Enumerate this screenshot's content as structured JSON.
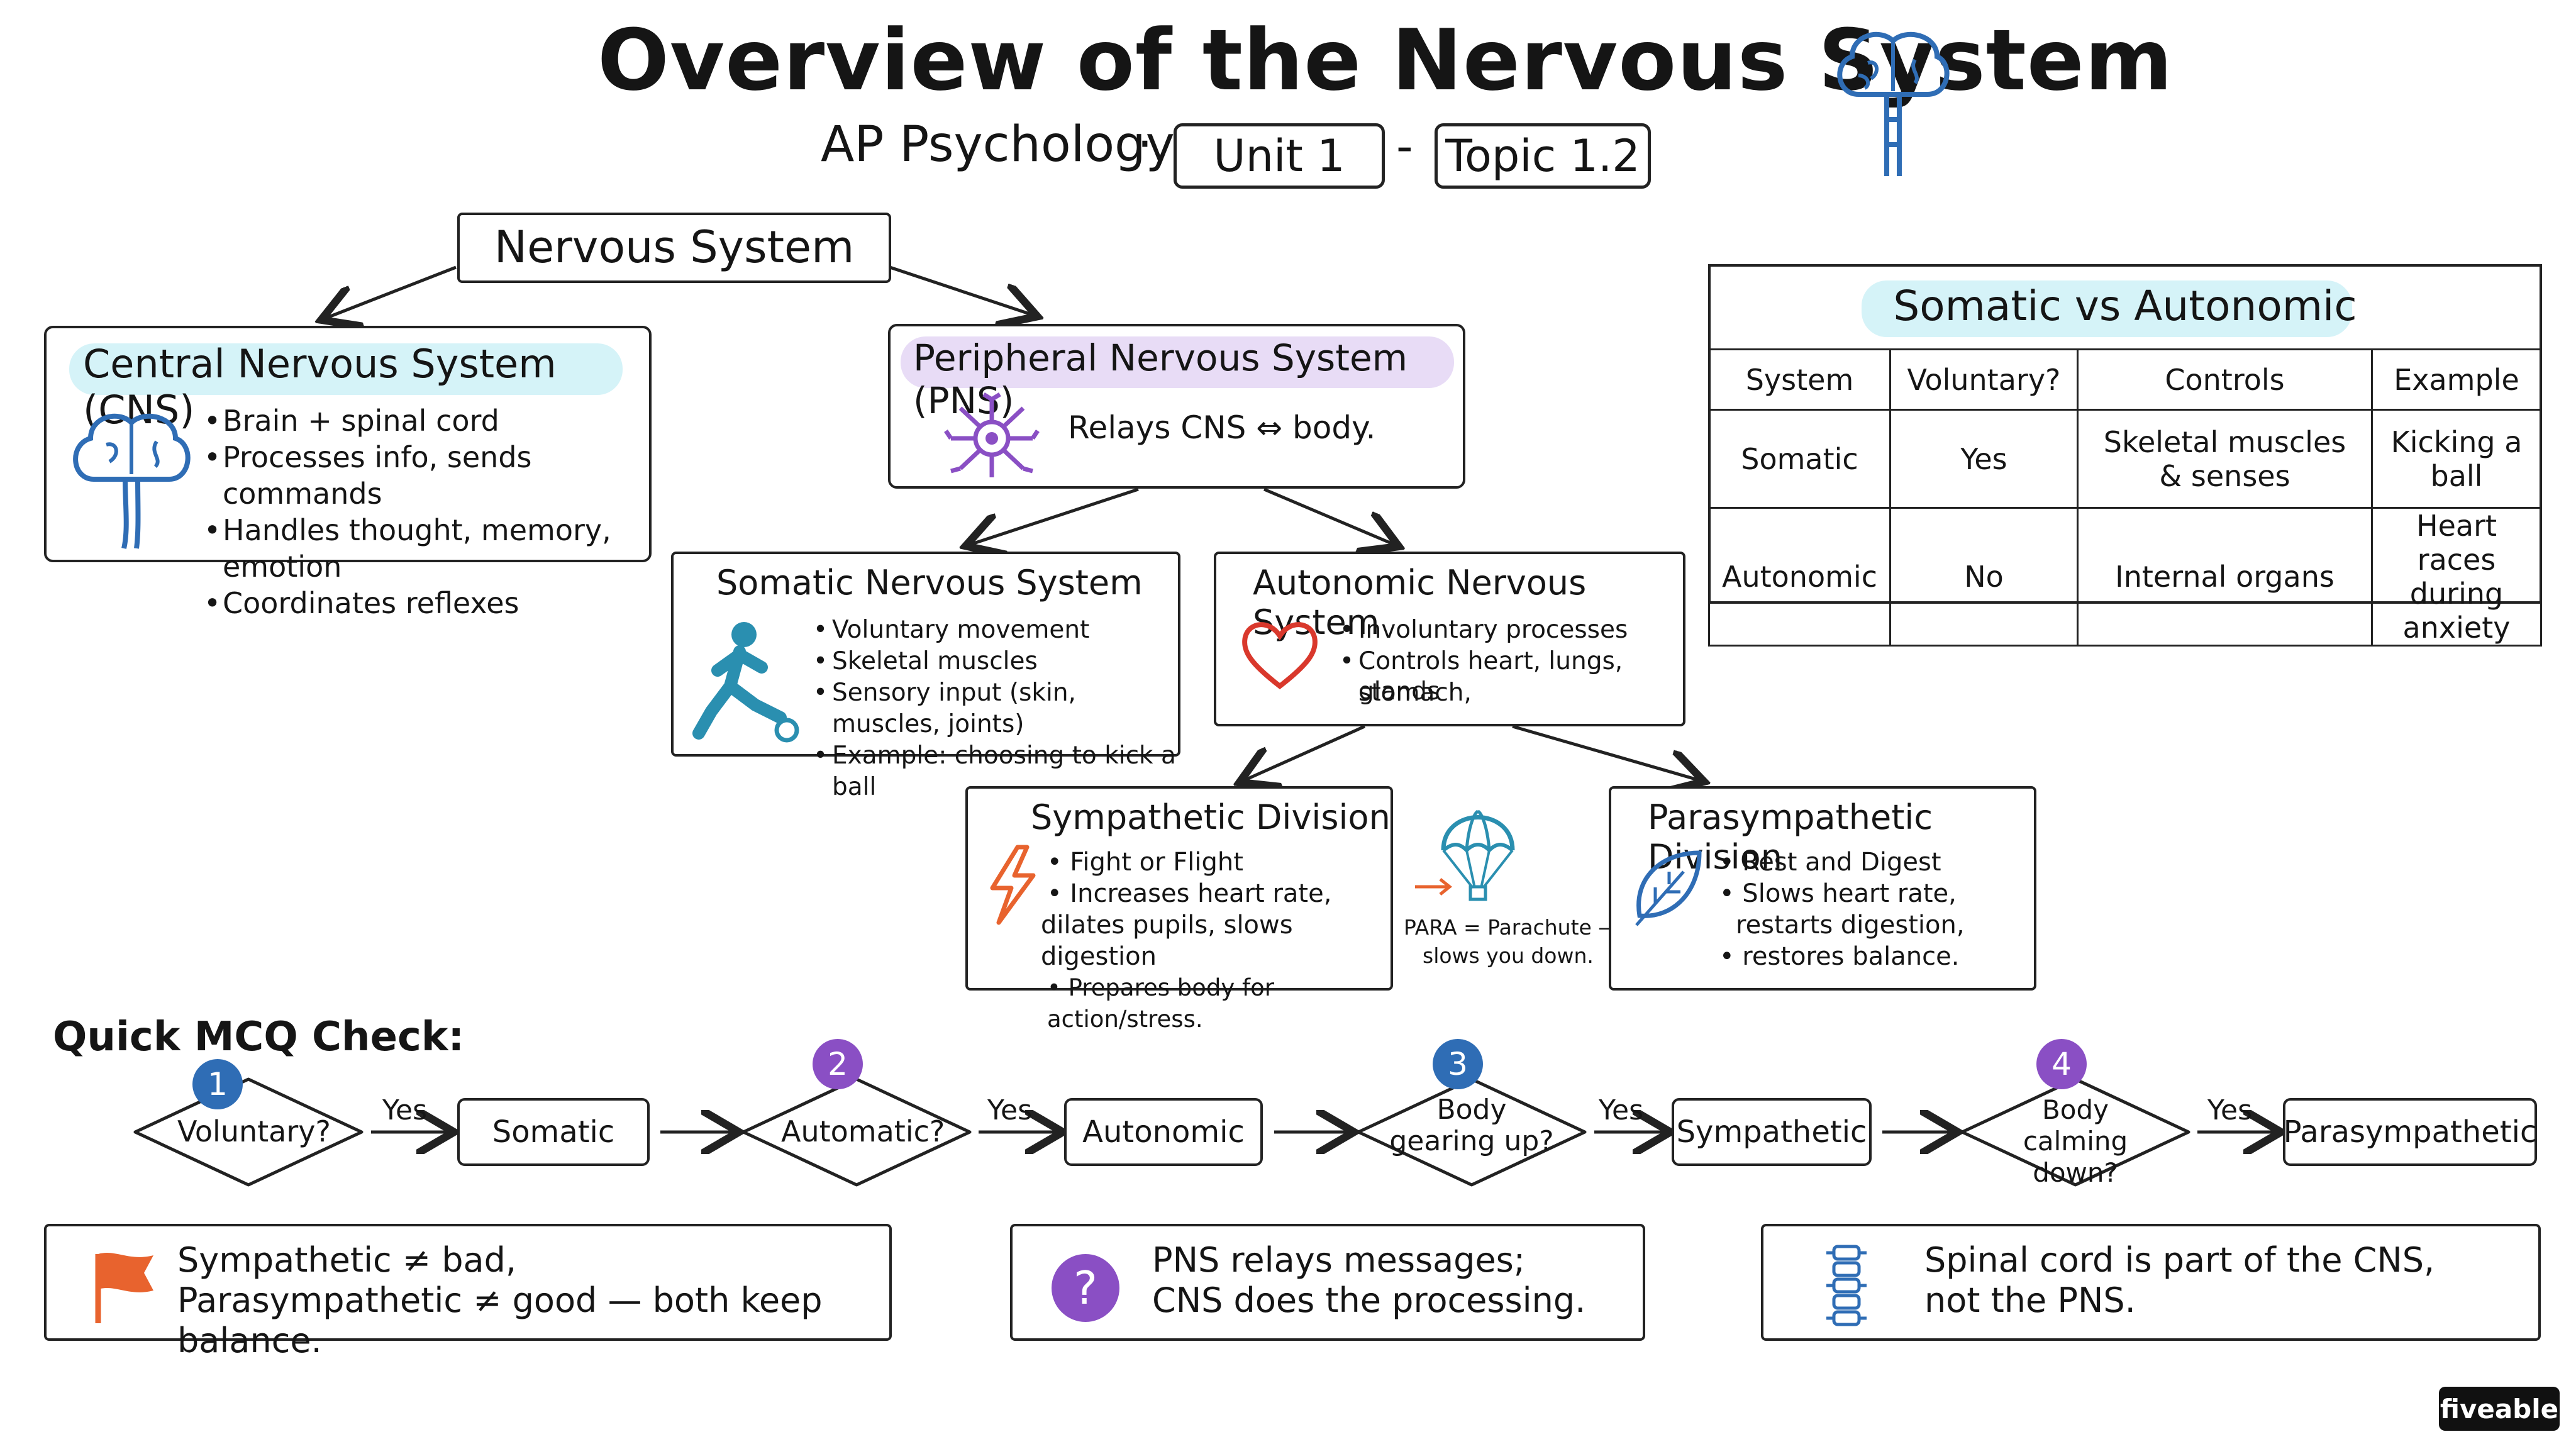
{
  "header": {
    "title": "Overview of the Nervous System",
    "subtitle": "AP Psychology",
    "unit": "Unit 1",
    "topic": "Topic 1.2",
    "dot": "·",
    "dash": "-"
  },
  "root": {
    "label": "Nervous System"
  },
  "cns": {
    "title": "Central Nervous System (CNS)",
    "bullets": [
      "Brain + spinal cord",
      "Processes info, sends commands",
      "Handles thought, memory, emotion",
      "Coordinates reflexes"
    ]
  },
  "pns": {
    "title": "Peripheral Nervous System (PNS)",
    "text": "Relays CNS ⇔ body."
  },
  "somatic": {
    "title": "Somatic Nervous System",
    "bullets": [
      "Voluntary movement",
      "Skeletal muscles",
      "Sensory input (skin, muscles, joints)",
      "Example: choosing to kick a ball"
    ]
  },
  "autonomic": {
    "title": "Autonomic Nervous System",
    "bullets": [
      "Involuntary processes",
      "Controls heart, lungs, stomach,"
    ],
    "bullet_cont": "glands"
  },
  "sympathetic": {
    "title": "Sympathetic Division",
    "lines": [
      "• Fight or Flight",
      "• Increases heart rate,",
      "dilates pupils, slows digestion",
      "• Prepares body for action/stress."
    ]
  },
  "parachute": {
    "line1": "PARA = Parachute —",
    "line2": "slows you down."
  },
  "parasympathetic": {
    "title": "Parasympathetic Division",
    "lines": [
      "• Rest and Digest",
      "• Slows heart rate,",
      "restarts digestion,",
      "• restores balance."
    ]
  },
  "table": {
    "title": "Somatic vs Autonomic",
    "headers": [
      "System",
      "Voluntary?",
      "Controls",
      "Example"
    ],
    "rows": [
      {
        "system": "Somatic",
        "voluntary": "Yes",
        "controls_1": "Skeletal muscles",
        "controls_2": "& senses",
        "example_1": "Kicking a ball",
        "example_2": ""
      },
      {
        "system": "Autonomic",
        "voluntary": "No",
        "controls_1": "Internal organs",
        "controls_2": "",
        "example_1": "Heart races",
        "example_2": "during anxiety"
      }
    ]
  },
  "mcq": {
    "title": "Quick MCQ Check:",
    "yes": "Yes",
    "steps": [
      {
        "num": "1",
        "q1": "Voluntary?",
        "q2": "",
        "answer": "Somatic",
        "color": "#2f6db5"
      },
      {
        "num": "2",
        "q1": "Automatic?",
        "q2": "",
        "answer": "Autonomic",
        "color": "#8a4fc4"
      },
      {
        "num": "3",
        "q1": "Body",
        "q2": "gearing up?",
        "answer": "Sympathetic",
        "color": "#2f6db5"
      },
      {
        "num": "4",
        "q1": "Body",
        "q2": "calming down?",
        "answer": "Parasympathetic",
        "color": "#8a4fc4"
      }
    ]
  },
  "tips": [
    {
      "line1": "Sympathetic ≠ bad,",
      "line2": "Parasympathetic ≠ good — both keep balance."
    },
    {
      "line1": "PNS relays messages;",
      "line2": "CNS does the processing."
    },
    {
      "line1": "Spinal cord is part of the CNS,",
      "line2": "not the PNS."
    }
  ],
  "tip_icon_question": "?",
  "brand": "fiveable",
  "colors": {
    "cyan_highlight": "#d5f3f8",
    "purple_highlight": "#e8dcf6",
    "blue": "#2f6db5",
    "purple": "#8a4fc4",
    "orange": "#e8632e",
    "red": "#d9382c"
  }
}
